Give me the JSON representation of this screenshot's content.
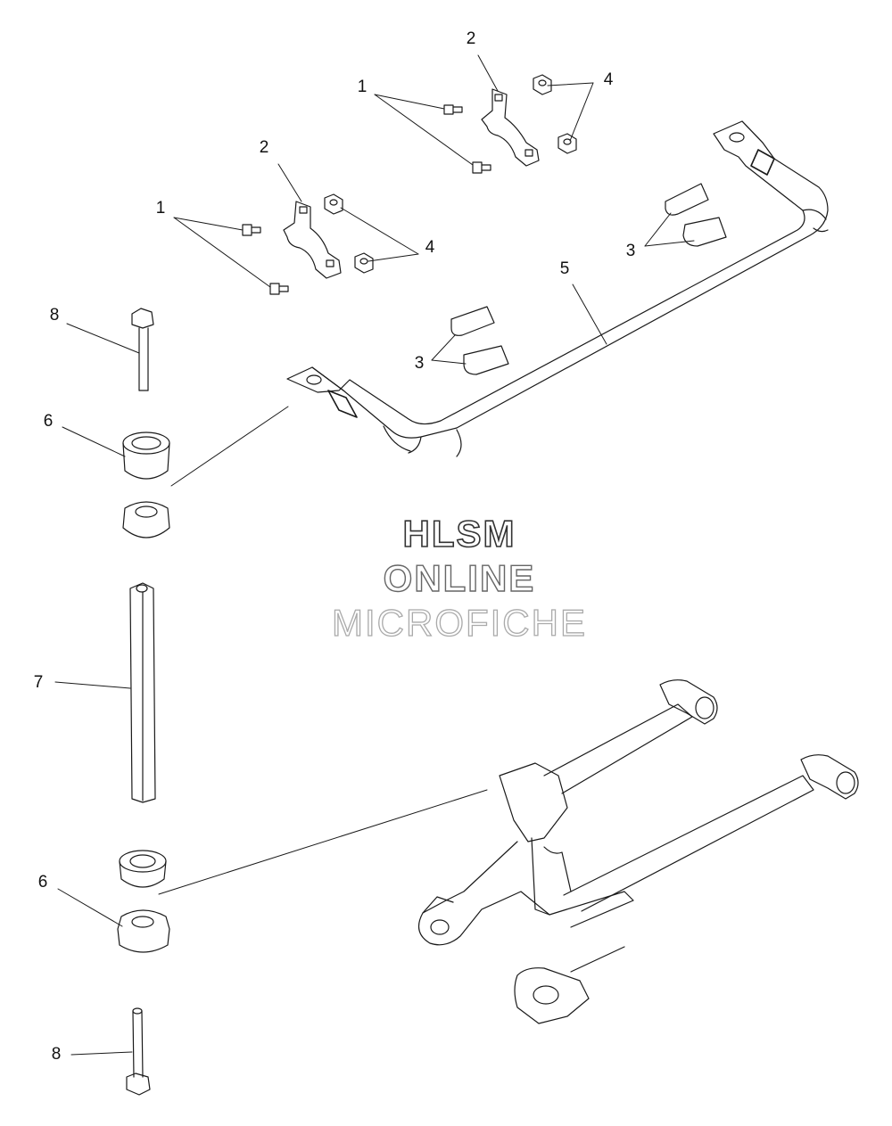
{
  "callouts": [
    {
      "label": "1"
    },
    {
      "label": "1"
    },
    {
      "label": "2"
    },
    {
      "label": "2"
    },
    {
      "label": "3"
    },
    {
      "label": "3"
    },
    {
      "label": "4"
    },
    {
      "label": "4"
    },
    {
      "label": "5"
    },
    {
      "label": "6"
    },
    {
      "label": "6"
    },
    {
      "label": "7"
    },
    {
      "label": "8"
    },
    {
      "label": "8"
    }
  ],
  "watermark": {
    "line1": "HLSM",
    "line2": "ONLINE",
    "line3": "MICROFICHE"
  }
}
